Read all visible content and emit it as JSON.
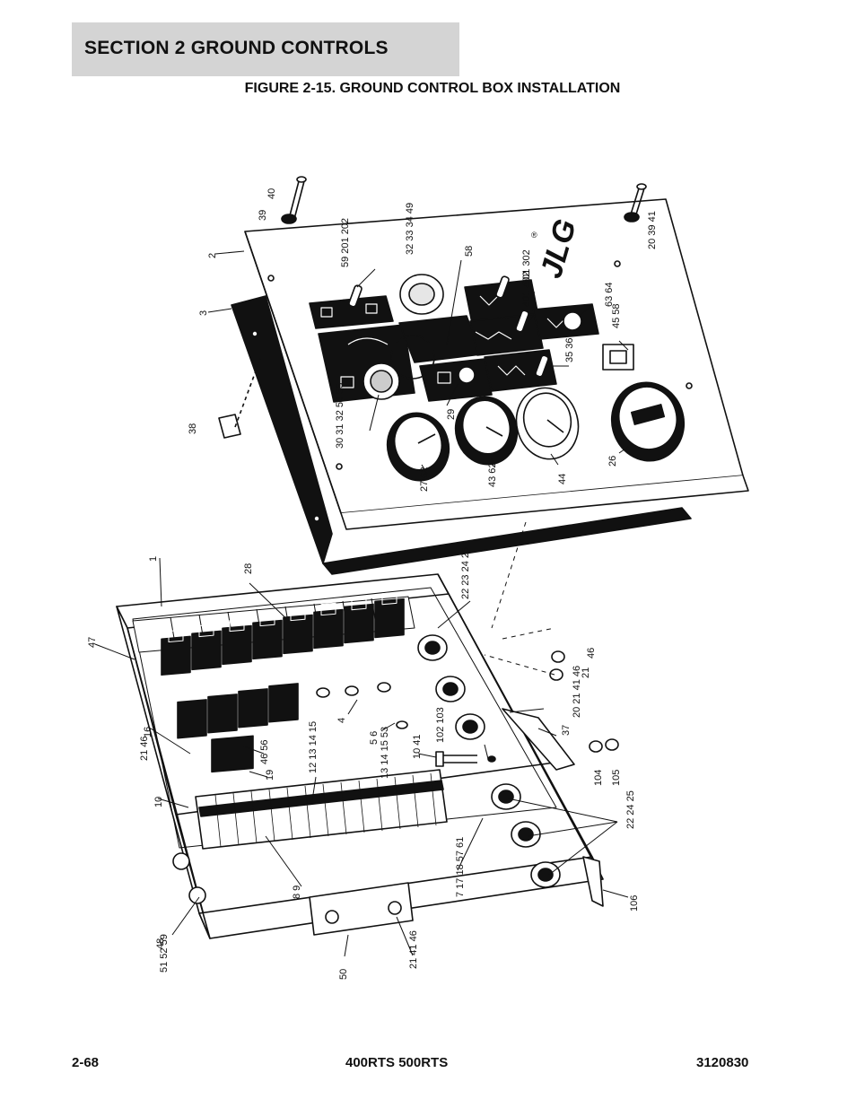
{
  "header": {
    "section": "SECTION 2   GROUND CONTROLS"
  },
  "figure": {
    "title": "FIGURE 2-15. GROUND CONTROL BOX INSTALLATION"
  },
  "footer": {
    "page": "2-68",
    "models": "400RTS 500RTS",
    "doc_number": "3120830"
  },
  "logo": {
    "text": "JLG",
    "mark": "®"
  },
  "callouts": {
    "c40": "40",
    "c39": "39",
    "c2": "2",
    "c3": "3",
    "c38": "38",
    "c59": "59 201 202",
    "c32": "32 33 34 49",
    "c58": "58",
    "c301": "301 302",
    "c401": "401 402",
    "c63": "63 64",
    "c45": "45 58",
    "c35": "35 36",
    "c29": "29",
    "c30": "30 31 32 54 55",
    "c27": "27 62",
    "c43": "43 62",
    "c44": "44",
    "c26": "26",
    "c20": "20 39 41",
    "c1": "1",
    "c28": "28",
    "c47": "47",
    "c22a": "22 23 24 25",
    "c46a": "46",
    "c21a": "21",
    "c20b": "20 21 41 46",
    "c37": "37",
    "c4": "4",
    "c5": "5 6",
    "c102": "102 103",
    "c10a": "10 41",
    "c104": "104",
    "c105": "105",
    "c16": "16",
    "c21b": "21 46",
    "c46b": "46 56",
    "c19": "19",
    "c12": "12 13 14 15",
    "c13": "13 14 15 53",
    "c10b": "10",
    "c22b": "22 24 25",
    "c8": "8 9",
    "c7": "7 17 18 57 61",
    "c106": "106",
    "c48": "48",
    "c51": "51 52 59",
    "c50": "50",
    "c21c": "21 41 46"
  }
}
